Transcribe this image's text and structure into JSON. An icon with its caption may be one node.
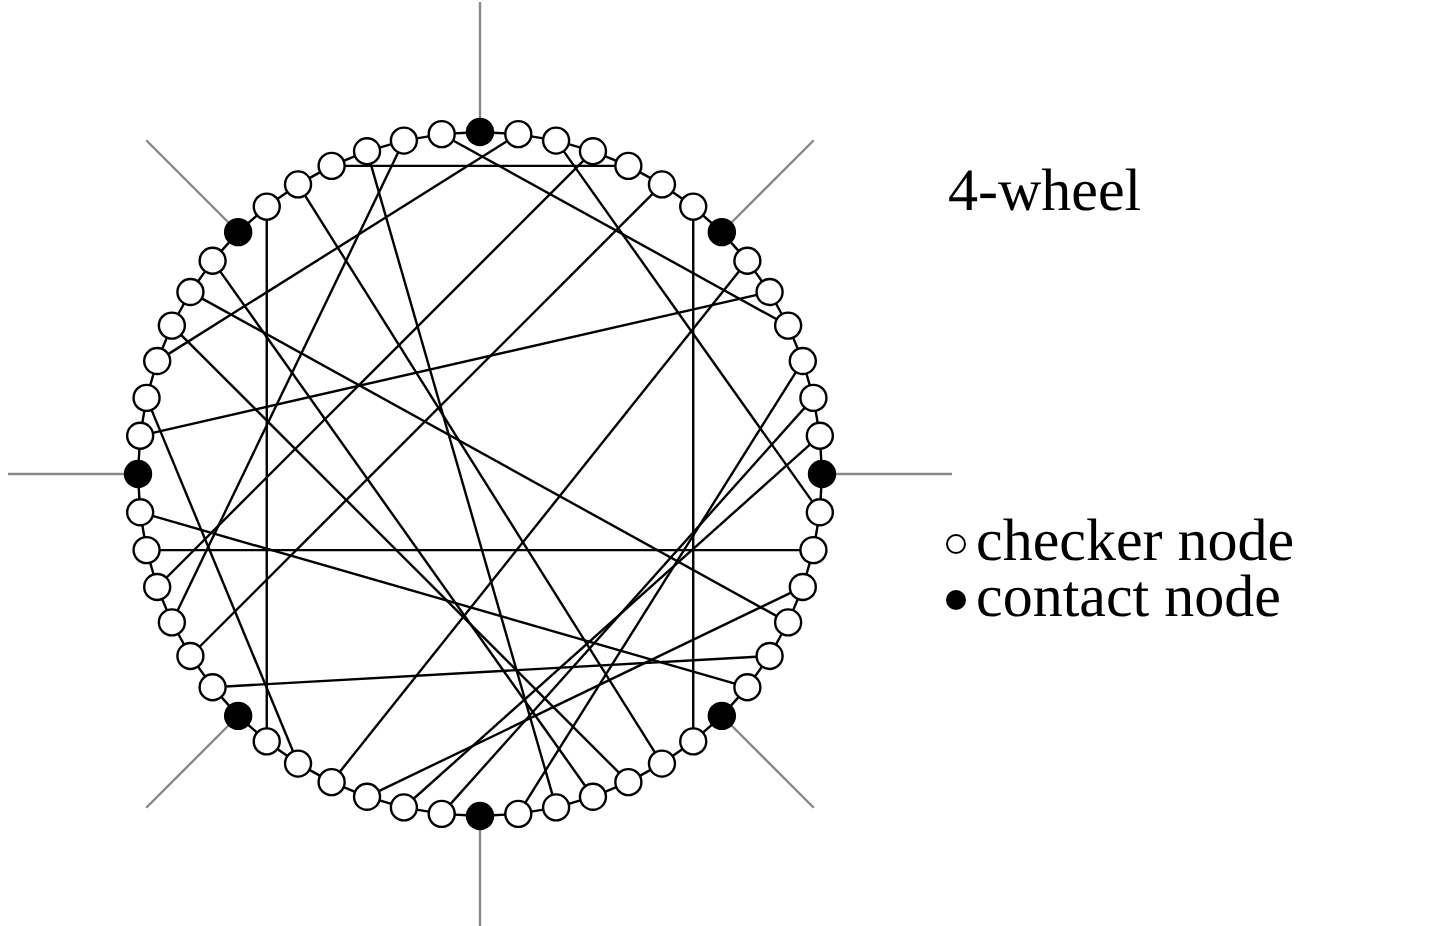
{
  "diagram": {
    "title": "4-wheel",
    "nodes": [
      {
        "text": [],
        "shape": "circle"
      },
      {
        "text": [],
        "shape": "circle"
      },
      {
        "text": [],
        "shape": "circle"
      },
      {
        "text": [],
        "shape": "circle"
      },
      {
        "text": [],
        "shape": "circle"
      },
      {
        "text": [],
        "shape": "circle"
      },
      {
        "text": [],
        "shape": "circle"
      },
      {
        "text": [],
        "shape": "circle"
      },
      {
        "text": [],
        "shape": "circle"
      },
      {
        "text": [],
        "shape": "circle"
      },
      {
        "text": [],
        "shape": "circle"
      },
      {
        "text": [],
        "shape": "circle"
      },
      {
        "text": [],
        "shape": "circle"
      },
      {
        "text": [],
        "shape": "circle"
      },
      {
        "text": [],
        "shape": "circle"
      },
      {
        "text": [],
        "shape": "circle"
      },
      {
        "text": [],
        "shape": "circle"
      },
      {
        "text": [],
        "shape": "circle"
      },
      {
        "text": [],
        "shape": "circle"
      },
      {
        "text": [],
        "shape": "circle"
      },
      {
        "text": [],
        "shape": "circle"
      },
      {
        "text": [],
        "shape": "circle"
      },
      {
        "text": [],
        "shape": "circle"
      },
      {
        "text": [],
        "shape": "circle"
      },
      {
        "text": [],
        "shape": "circle"
      },
      {
        "text": [],
        "shape": "circle"
      },
      {
        "text": [],
        "shape": "circle"
      },
      {
        "text": [],
        "shape": "circle"
      },
      {
        "text": [],
        "shape": "circle"
      },
      {
        "text": [],
        "shape": "circle"
      },
      {
        "text": [],
        "shape": "circle"
      },
      {
        "text": [],
        "shape": "circle"
      },
      {
        "text": [],
        "shape": "circle"
      },
      {
        "text": [],
        "shape": "circle"
      },
      {
        "text": [],
        "shape": "circle"
      },
      {
        "text": [],
        "shape": "circle"
      },
      {
        "text": [],
        "shape": "circle"
      },
      {
        "text": [],
        "shape": "circle"
      },
      {
        "text": [],
        "shape": "circle"
      },
      {
        "text": [],
        "shape": "circle"
      },
      {
        "text": [],
        "shape": "circle"
      },
      {
        "text": [],
        "shape": "circle"
      },
      {
        "text": [],
        "shape": "circle"
      },
      {
        "text": [],
        "shape": "circle"
      },
      {
        "text": [],
        "shape": "circle"
      },
      {
        "text": [],
        "shape": "circle"
      },
      {
        "text": [],
        "shape": "circle"
      },
      {
        "text": [],
        "shape": "circle"
      },
      {
        "text": [],
        "shape": "circle"
      },
      {
        "text": [],
        "shape": "circle"
      },
      {
        "text": [],
        "shape": "circle"
      },
      {
        "text": [],
        "shape": "circle"
      },
      {
        "text": [],
        "shape": "circle"
      },
      {
        "text": [],
        "shape": "circle"
      },
      {
        "text": [],
        "shape": "circle"
      },
      {
        "text": [],
        "shape": "circle"
      }
    ],
    "edges": [
      {
        "from": 0,
        "to": 1,
        "arrow": "none"
      },
      {
        "from": 1,
        "to": 2,
        "arrow": "none"
      },
      {
        "from": 2,
        "to": 3,
        "arrow": "none"
      },
      {
        "from": 3,
        "to": 4,
        "arrow": "none"
      },
      {
        "from": 4,
        "to": 5,
        "arrow": "none"
      },
      {
        "from": 5,
        "to": 6,
        "arrow": "none"
      },
      {
        "from": 6,
        "to": 7,
        "arrow": "none"
      },
      {
        "from": 7,
        "to": 8,
        "arrow": "none"
      },
      {
        "from": 8,
        "to": 9,
        "arrow": "none"
      },
      {
        "from": 9,
        "to": 10,
        "arrow": "none"
      },
      {
        "from": 10,
        "to": 11,
        "arrow": "none"
      },
      {
        "from": 11,
        "to": 12,
        "arrow": "none"
      },
      {
        "from": 12,
        "to": 13,
        "arrow": "none"
      },
      {
        "from": 13,
        "to": 14,
        "arrow": "none"
      },
      {
        "from": 14,
        "to": 15,
        "arrow": "none"
      },
      {
        "from": 15,
        "to": 16,
        "arrow": "none"
      },
      {
        "from": 16,
        "to": 17,
        "arrow": "none"
      },
      {
        "from": 17,
        "to": 18,
        "arrow": "none"
      },
      {
        "from": 18,
        "to": 19,
        "arrow": "none"
      },
      {
        "from": 19,
        "to": 20,
        "arrow": "none"
      },
      {
        "from": 20,
        "to": 21,
        "arrow": "none"
      },
      {
        "from": 21,
        "to": 22,
        "arrow": "none"
      },
      {
        "from": 22,
        "to": 23,
        "arrow": "none"
      },
      {
        "from": 23,
        "to": 24,
        "arrow": "none"
      },
      {
        "from": 24,
        "to": 25,
        "arrow": "none"
      },
      {
        "from": 25,
        "to": 26,
        "arrow": "none"
      },
      {
        "from": 26,
        "to": 27,
        "arrow": "none"
      },
      {
        "from": 27,
        "to": 28,
        "arrow": "none"
      },
      {
        "from": 28,
        "to": 29,
        "arrow": "none"
      },
      {
        "from": 29,
        "to": 30,
        "arrow": "none"
      },
      {
        "from": 30,
        "to": 31,
        "arrow": "none"
      },
      {
        "from": 31,
        "to": 32,
        "arrow": "none"
      },
      {
        "from": 32,
        "to": 33,
        "arrow": "none"
      },
      {
        "from": 33,
        "to": 34,
        "arrow": "none"
      },
      {
        "from": 34,
        "to": 35,
        "arrow": "none"
      },
      {
        "from": 35,
        "to": 36,
        "arrow": "none"
      },
      {
        "from": 36,
        "to": 37,
        "arrow": "none"
      },
      {
        "from": 37,
        "to": 38,
        "arrow": "none"
      },
      {
        "from": 38,
        "to": 39,
        "arrow": "none"
      },
      {
        "from": 39,
        "to": 40,
        "arrow": "none"
      },
      {
        "from": 40,
        "to": 41,
        "arrow": "none"
      },
      {
        "from": 41,
        "to": 42,
        "arrow": "none"
      },
      {
        "from": 42,
        "to": 43,
        "arrow": "none"
      },
      {
        "from": 43,
        "to": 44,
        "arrow": "none"
      },
      {
        "from": 44,
        "to": 45,
        "arrow": "none"
      },
      {
        "from": 45,
        "to": 46,
        "arrow": "none"
      },
      {
        "from": 46,
        "to": 47,
        "arrow": "none"
      },
      {
        "from": 47,
        "to": 48,
        "arrow": "none"
      },
      {
        "from": 48,
        "to": 49,
        "arrow": "none"
      },
      {
        "from": 49,
        "to": 50,
        "arrow": "none"
      },
      {
        "from": 50,
        "to": 51,
        "arrow": "none"
      },
      {
        "from": 51,
        "to": 52,
        "arrow": "none"
      },
      {
        "from": 52,
        "to": 53,
        "arrow": "none"
      },
      {
        "from": 53,
        "to": 54,
        "arrow": "none"
      },
      {
        "from": 54,
        "to": 55,
        "arrow": "none"
      },
      {
        "from": 55,
        "to": 0,
        "arrow": "none"
      },
      {
        "from": 1,
        "to": 45,
        "arrow": "none"
      },
      {
        "from": 2,
        "to": 15,
        "arrow": "none"
      },
      {
        "from": 3,
        "to": 39,
        "arrow": "none"
      },
      {
        "from": 4,
        "to": 52,
        "arrow": "none"
      },
      {
        "from": 5,
        "to": 37,
        "arrow": "none"
      },
      {
        "from": 6,
        "to": 22,
        "arrow": "none"
      },
      {
        "from": 8,
        "to": 32,
        "arrow": "none"
      },
      {
        "from": 9,
        "to": 43,
        "arrow": "none"
      },
      {
        "from": 10,
        "to": 55,
        "arrow": "none"
      },
      {
        "from": 11,
        "to": 27,
        "arrow": "none"
      },
      {
        "from": 12,
        "to": 29,
        "arrow": "none"
      },
      {
        "from": 13,
        "to": 30,
        "arrow": "none"
      },
      {
        "from": 16,
        "to": 40,
        "arrow": "none"
      },
      {
        "from": 17,
        "to": 31,
        "arrow": "none"
      },
      {
        "from": 18,
        "to": 47,
        "arrow": "none"
      },
      {
        "from": 19,
        "to": 36,
        "arrow": "none"
      },
      {
        "from": 20,
        "to": 41,
        "arrow": "none"
      },
      {
        "from": 23,
        "to": 51,
        "arrow": "none"
      },
      {
        "from": 24,
        "to": 46,
        "arrow": "none"
      },
      {
        "from": 25,
        "to": 48,
        "arrow": "none"
      },
      {
        "from": 26,
        "to": 53,
        "arrow": "none"
      },
      {
        "from": 33,
        "to": 44,
        "arrow": "none"
      },
      {
        "from": 34,
        "to": 50,
        "arrow": "none"
      },
      {
        "from": 38,
        "to": 54,
        "arrow": "none"
      },
      {
        "from": 0,
        "to": null,
        "arrow": "none",
        "color": "#888888"
      },
      {
        "from": 7,
        "to": null,
        "arrow": "none",
        "color": "#888888"
      },
      {
        "from": 14,
        "to": null,
        "arrow": "none",
        "color": "#888888"
      },
      {
        "from": 21,
        "to": null,
        "arrow": "none",
        "color": "#888888"
      },
      {
        "from": 28,
        "to": null,
        "arrow": "none",
        "color": "#888888"
      },
      {
        "from": 35,
        "to": null,
        "arrow": "none",
        "color": "#888888"
      },
      {
        "from": 42,
        "to": null,
        "arrow": "none",
        "color": "#888888"
      },
      {
        "from": 49,
        "to": null,
        "arrow": "none",
        "color": "#888888"
      }
    ],
    "legend": [
      {
        "text": "checker node"
      },
      {
        "text": "contact node"
      }
    ]
  }
}
